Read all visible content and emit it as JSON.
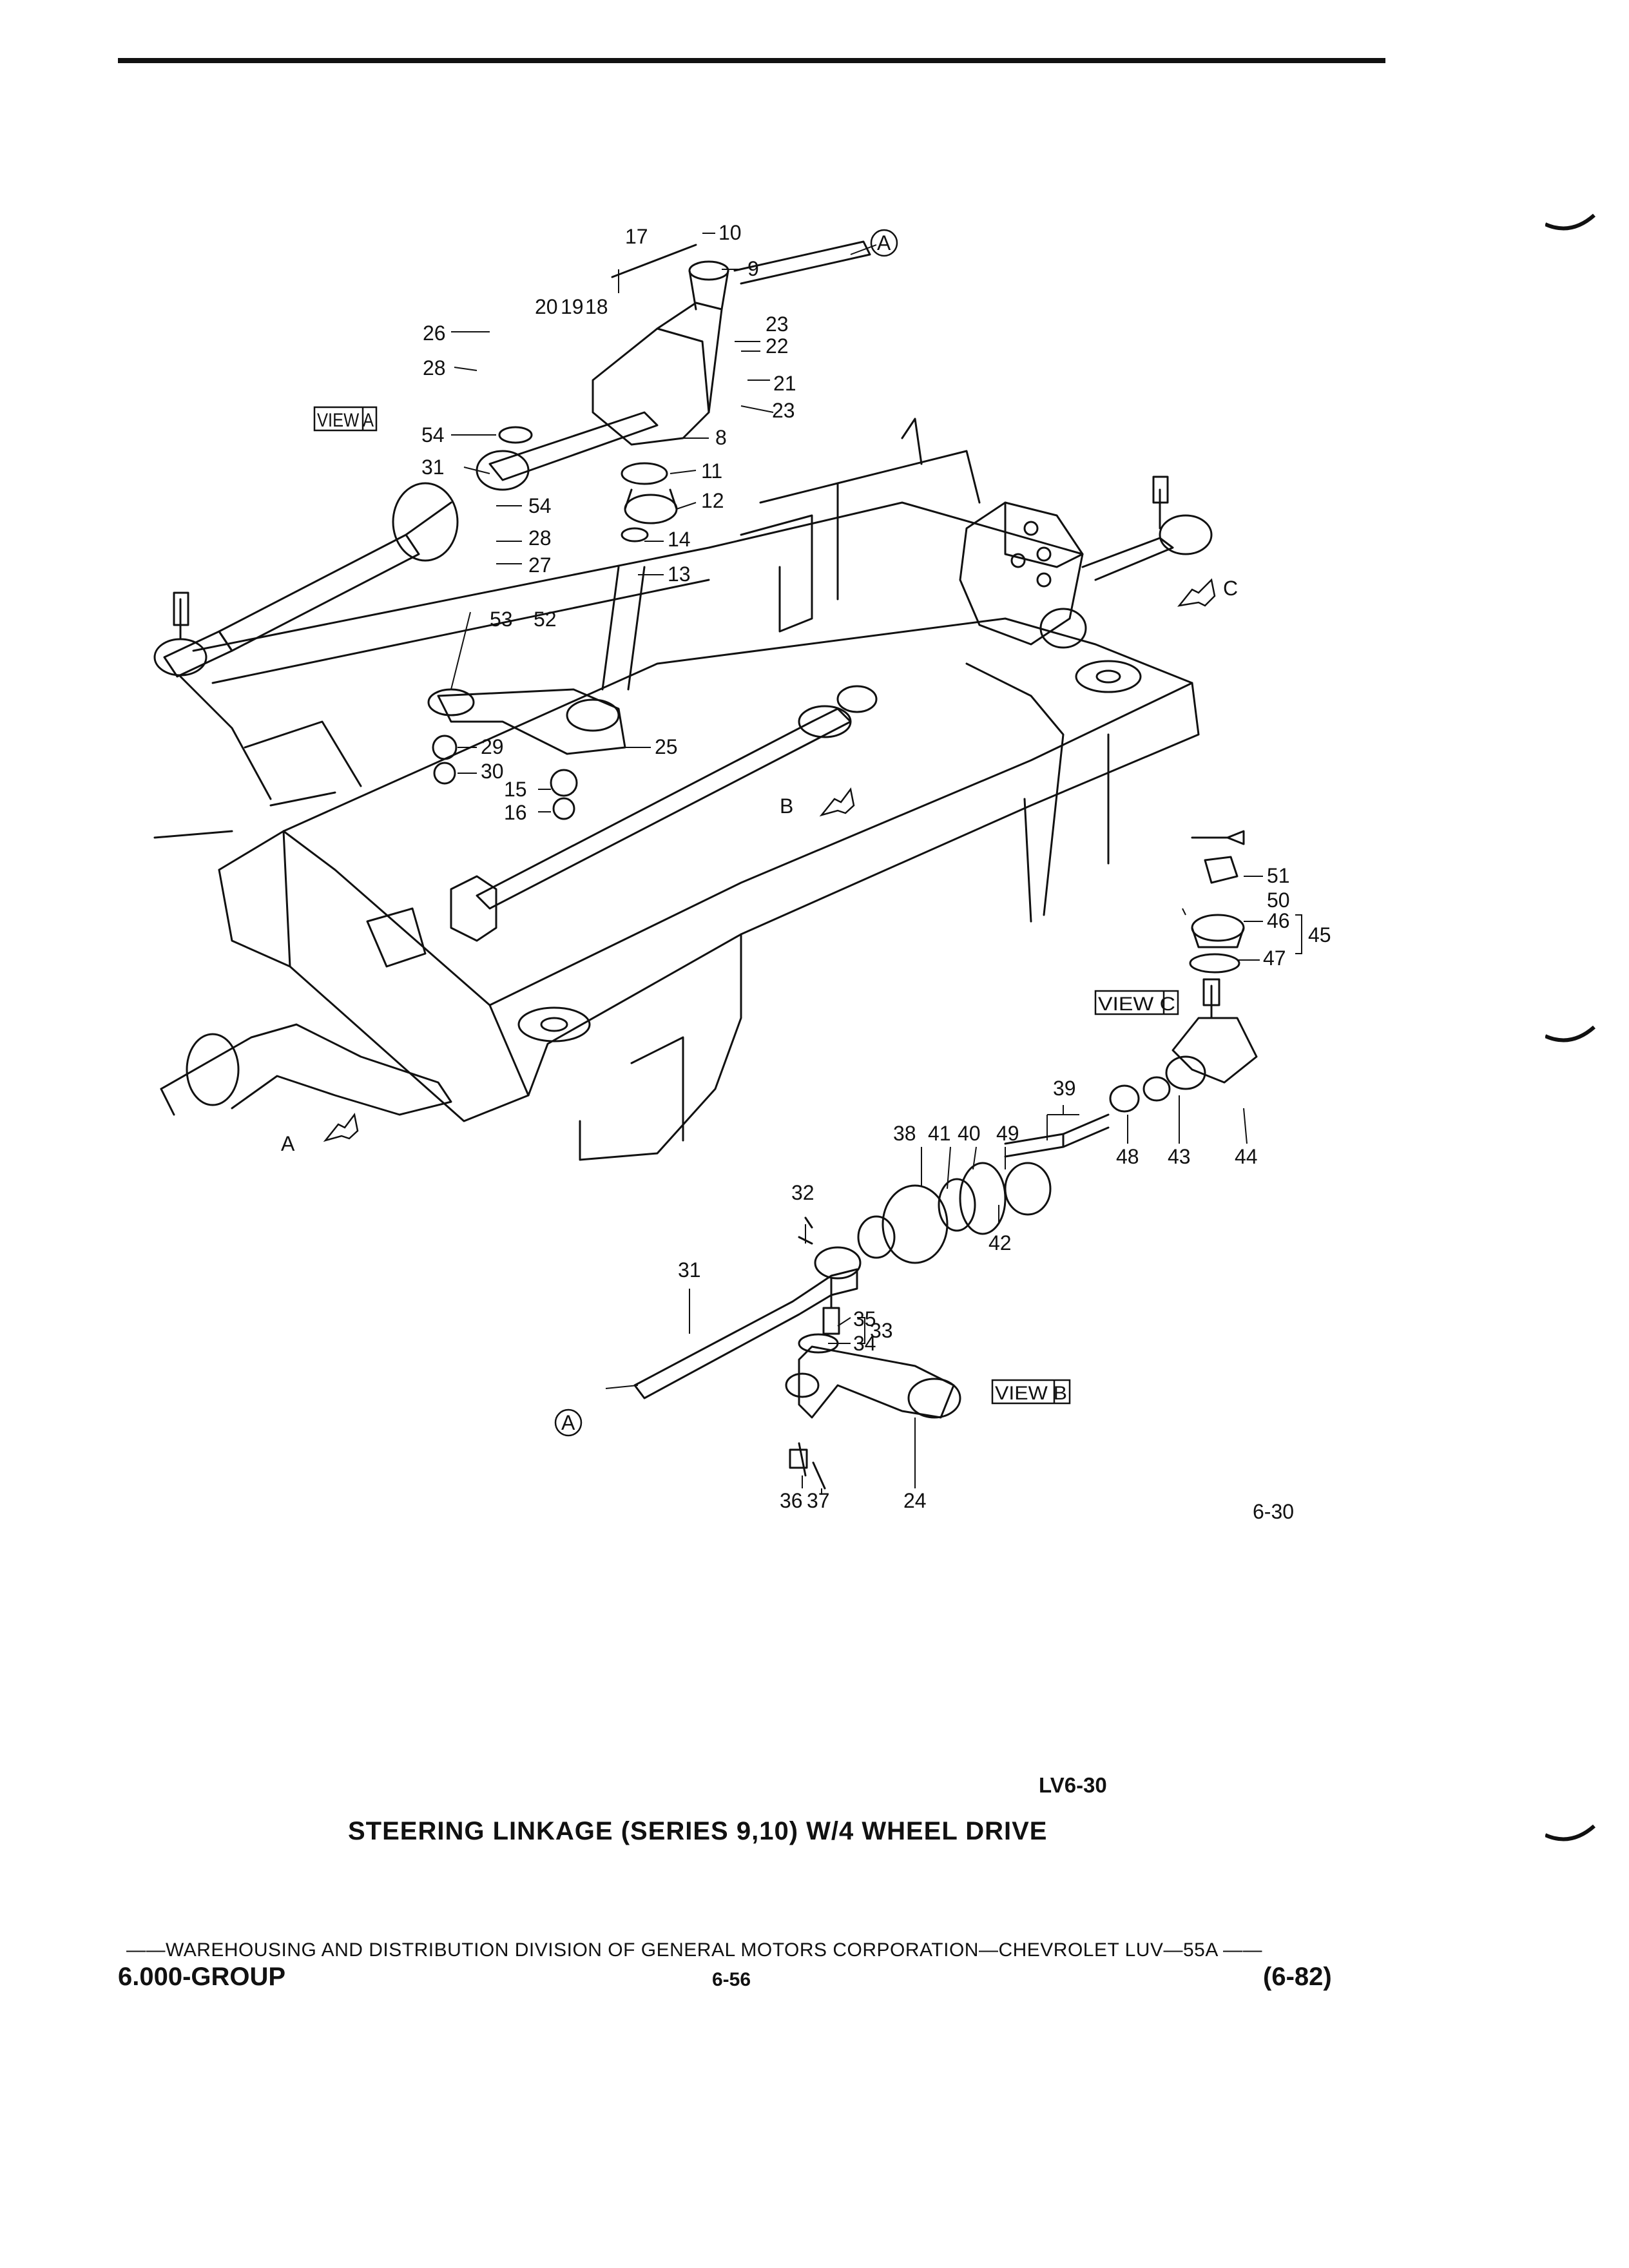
{
  "labels": {
    "l10": "10",
    "l9": "9",
    "l17": "17",
    "lA_top": "A",
    "l20": "20",
    "l19": "19",
    "l18": "18",
    "l23a": "23",
    "l22": "22",
    "l21": "21",
    "l23b": "23",
    "l26": "26",
    "l28a": "28",
    "view_a": "VIEW A",
    "l54a": "54",
    "l8": "8",
    "l31a": "31",
    "l11": "11",
    "l12": "12",
    "l54b": "54",
    "l28b": "28",
    "l27": "27",
    "l14": "14",
    "l13": "13",
    "l53": "53",
    "l52": "52",
    "lC": "C",
    "l29": "29",
    "l25": "25",
    "l30": "30",
    "l15": "15",
    "l16": "16",
    "lB": "B",
    "l51": "51",
    "l50": "50",
    "l46": "46",
    "l45": "45",
    "l47": "47",
    "view_c": "VIEW C",
    "l39": "39",
    "l38": "38",
    "l41": "41",
    "l40": "40",
    "l49": "49",
    "lA_bottom": "A",
    "l48": "48",
    "l43": "43",
    "l44": "44",
    "l32": "32",
    "l42": "42",
    "l31b": "31",
    "l35": "35",
    "l33": "33",
    "l34": "34",
    "view_b": "VIEW B",
    "lA_circle": "A",
    "l36": "36",
    "l37": "37",
    "l24": "24"
  },
  "figure_number": "6-30",
  "drawing_number": "LV6-30",
  "title": "STEERING LINKAGE (SERIES 9,10) W/4 WHEEL DRIVE",
  "footer": {
    "line": "——WAREHOUSING AND DISTRIBUTION  DIVISION OF GENERAL MOTORS CORPORATION—CHEVROLET LUV—55A  ——",
    "group": "6.000-GROUP",
    "page": "6-56",
    "date": "(6-82)"
  }
}
